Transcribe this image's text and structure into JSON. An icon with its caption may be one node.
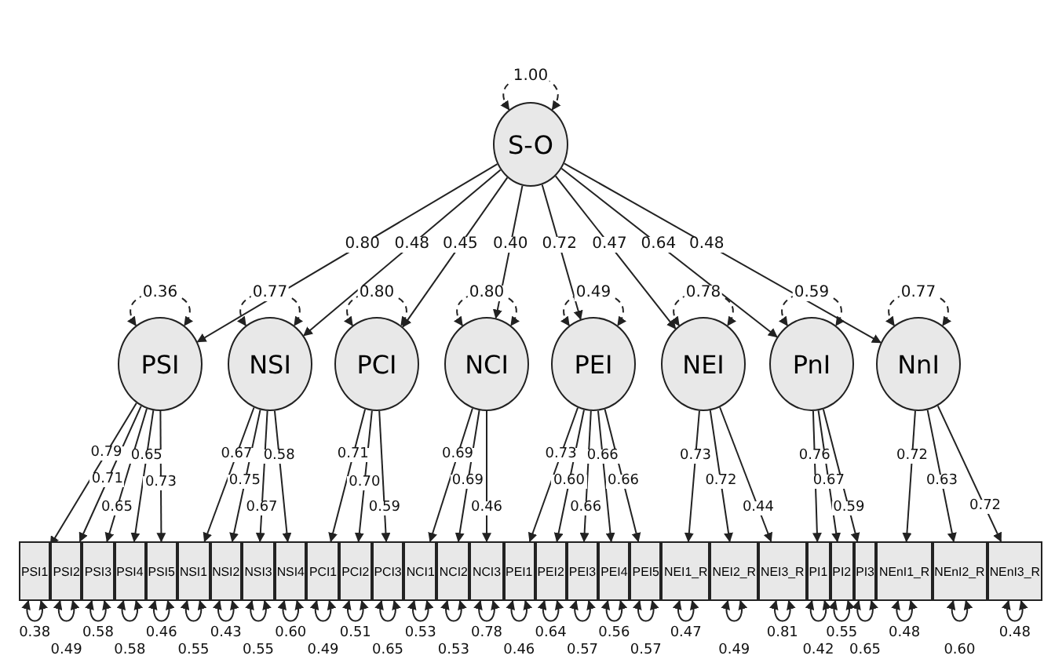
{
  "diagram": {
    "nodes": [
      {
        "text": [
          "S-O"
        ]
      },
      {
        "text": [
          "PSI"
        ]
      },
      {
        "text": [
          "NSI"
        ]
      },
      {
        "text": [
          "PCI"
        ]
      },
      {
        "text": [
          "NCI"
        ]
      },
      {
        "text": [
          "PEI"
        ]
      },
      {
        "text": [
          "NEI"
        ]
      },
      {
        "text": [
          "PnI"
        ]
      },
      {
        "text": [
          "NnI"
        ]
      },
      {
        "text": [
          "PSI1"
        ]
      },
      {
        "text": [
          "PSI2"
        ]
      },
      {
        "text": [
          "PSI3"
        ]
      },
      {
        "text": [
          "PSI4"
        ]
      },
      {
        "text": [
          "PSI5"
        ]
      },
      {
        "text": [
          "NSI1"
        ]
      },
      {
        "text": [
          "NSI2"
        ]
      },
      {
        "text": [
          "NSI3"
        ]
      },
      {
        "text": [
          "NSI4"
        ]
      },
      {
        "text": [
          "PCI1"
        ]
      },
      {
        "text": [
          "PCI2"
        ]
      },
      {
        "text": [
          "PCI3"
        ]
      },
      {
        "text": [
          "NCI1"
        ]
      },
      {
        "text": [
          "NCI2"
        ]
      },
      {
        "text": [
          "NCI3"
        ]
      },
      {
        "text": [
          "PEI1"
        ]
      },
      {
        "text": [
          "PEI2"
        ]
      },
      {
        "text": [
          "PEI3"
        ]
      },
      {
        "text": [
          "PEI4"
        ]
      },
      {
        "text": [
          "PEI5"
        ]
      },
      {
        "text": [
          "NEI1_R"
        ]
      },
      {
        "text": [
          "NEI2_R"
        ]
      },
      {
        "text": [
          "NEI3_R"
        ]
      },
      {
        "text": [
          "PI1"
        ]
      },
      {
        "text": [
          "PI2"
        ]
      },
      {
        "text": [
          "PI3"
        ]
      },
      {
        "text": [
          "NEnI1_R"
        ]
      },
      {
        "text": [
          "NEnI2_R"
        ]
      },
      {
        "text": [
          "NEnI3_R"
        ]
      }
    ],
    "edges": [
      {
        "from": 0,
        "to": 0,
        "arrow": "both",
        "style": "dashed",
        "label": "1.00"
      },
      {
        "from": 0,
        "to": 1,
        "arrow": "to",
        "label": "0.80"
      },
      {
        "from": 1,
        "to": 1,
        "arrow": "both",
        "style": "dashed",
        "label": "0.36"
      },
      {
        "from": 0,
        "to": 2,
        "arrow": "to",
        "label": "0.48"
      },
      {
        "from": 2,
        "to": 2,
        "arrow": "both",
        "style": "dashed",
        "label": "0.77"
      },
      {
        "from": 0,
        "to": 3,
        "arrow": "to",
        "label": "0.45"
      },
      {
        "from": 3,
        "to": 3,
        "arrow": "both",
        "style": "dashed",
        "label": "0.80"
      },
      {
        "from": 0,
        "to": 4,
        "arrow": "to",
        "label": "0.40"
      },
      {
        "from": 4,
        "to": 4,
        "arrow": "both",
        "style": "dashed",
        "label": "0.80"
      },
      {
        "from": 0,
        "to": 5,
        "arrow": "to",
        "label": "0.72"
      },
      {
        "from": 5,
        "to": 5,
        "arrow": "both",
        "style": "dashed",
        "label": "0.49"
      },
      {
        "from": 0,
        "to": 6,
        "arrow": "to",
        "label": "0.47"
      },
      {
        "from": 6,
        "to": 6,
        "arrow": "both",
        "style": "dashed",
        "label": "0.78"
      },
      {
        "from": 0,
        "to": 7,
        "arrow": "to",
        "label": "0.64"
      },
      {
        "from": 7,
        "to": 7,
        "arrow": "both",
        "style": "dashed",
        "label": "0.59"
      },
      {
        "from": 0,
        "to": 8,
        "arrow": "to",
        "label": "0.48"
      },
      {
        "from": 8,
        "to": 8,
        "arrow": "both",
        "style": "dashed",
        "label": "0.77"
      },
      {
        "from": 1,
        "to": 9,
        "arrow": "to",
        "label": "0.79"
      },
      {
        "from": 1,
        "to": 10,
        "arrow": "to",
        "label": "0.71"
      },
      {
        "from": 1,
        "to": 11,
        "arrow": "to",
        "label": "0.65"
      },
      {
        "from": 1,
        "to": 12,
        "arrow": "to",
        "label": "0.65"
      },
      {
        "from": 1,
        "to": 13,
        "arrow": "to",
        "label": "0.73"
      },
      {
        "from": 2,
        "to": 14,
        "arrow": "to",
        "label": "0.67"
      },
      {
        "from": 2,
        "to": 15,
        "arrow": "to",
        "label": "0.75"
      },
      {
        "from": 2,
        "to": 16,
        "arrow": "to",
        "label": "0.67"
      },
      {
        "from": 2,
        "to": 17,
        "arrow": "to",
        "label": "0.58"
      },
      {
        "from": 3,
        "to": 18,
        "arrow": "to",
        "label": "0.71"
      },
      {
        "from": 3,
        "to": 19,
        "arrow": "to",
        "label": "0.70"
      },
      {
        "from": 3,
        "to": 20,
        "arrow": "to",
        "label": "0.59"
      },
      {
        "from": 4,
        "to": 21,
        "arrow": "to",
        "label": "0.69"
      },
      {
        "from": 4,
        "to": 22,
        "arrow": "to",
        "label": "0.69"
      },
      {
        "from": 4,
        "to": 23,
        "arrow": "to",
        "label": "0.46"
      },
      {
        "from": 5,
        "to": 24,
        "arrow": "to",
        "label": "0.73"
      },
      {
        "from": 5,
        "to": 25,
        "arrow": "to",
        "label": "0.60"
      },
      {
        "from": 5,
        "to": 26,
        "arrow": "to",
        "label": "0.66"
      },
      {
        "from": 5,
        "to": 27,
        "arrow": "to",
        "label": "0.66"
      },
      {
        "from": 5,
        "to": 28,
        "arrow": "to",
        "label": "0.66"
      },
      {
        "from": 6,
        "to": 29,
        "arrow": "to",
        "label": "0.73"
      },
      {
        "from": 6,
        "to": 30,
        "arrow": "to",
        "label": "0.72"
      },
      {
        "from": 6,
        "to": 31,
        "arrow": "to",
        "label": "0.44"
      },
      {
        "from": 7,
        "to": 32,
        "arrow": "to",
        "label": "0.76"
      },
      {
        "from": 7,
        "to": 33,
        "arrow": "to",
        "label": "0.67"
      },
      {
        "from": 7,
        "to": 34,
        "arrow": "to",
        "label": "0.59"
      },
      {
        "from": 8,
        "to": 35,
        "arrow": "to",
        "label": "0.72"
      },
      {
        "from": 8,
        "to": 36,
        "arrow": "to",
        "label": "0.63"
      },
      {
        "from": 8,
        "to": 37,
        "arrow": "to",
        "label": "0.72"
      },
      {
        "from": 9,
        "to": 9,
        "arrow": "both",
        "label": "0.38"
      },
      {
        "from": 10,
        "to": 10,
        "arrow": "both",
        "label": "0.49"
      },
      {
        "from": 11,
        "to": 11,
        "arrow": "both",
        "label": "0.58"
      },
      {
        "from": 12,
        "to": 12,
        "arrow": "both",
        "label": "0.58"
      },
      {
        "from": 13,
        "to": 13,
        "arrow": "both",
        "label": "0.46"
      },
      {
        "from": 14,
        "to": 14,
        "arrow": "both",
        "label": "0.55"
      },
      {
        "from": 15,
        "to": 15,
        "arrow": "both",
        "label": "0.43"
      },
      {
        "from": 16,
        "to": 16,
        "arrow": "both",
        "label": "0.55"
      },
      {
        "from": 17,
        "to": 17,
        "arrow": "both",
        "label": "0.60"
      },
      {
        "from": 18,
        "to": 18,
        "arrow": "both",
        "label": "0.49"
      },
      {
        "from": 19,
        "to": 19,
        "arrow": "both",
        "label": "0.51"
      },
      {
        "from": 20,
        "to": 20,
        "arrow": "both",
        "label": "0.65"
      },
      {
        "from": 21,
        "to": 21,
        "arrow": "both",
        "label": "0.53"
      },
      {
        "from": 22,
        "to": 22,
        "arrow": "both",
        "label": "0.53"
      },
      {
        "from": 23,
        "to": 23,
        "arrow": "both",
        "label": "0.78"
      },
      {
        "from": 24,
        "to": 24,
        "arrow": "both",
        "label": "0.46"
      },
      {
        "from": 25,
        "to": 25,
        "arrow": "both",
        "label": "0.64"
      },
      {
        "from": 26,
        "to": 26,
        "arrow": "both",
        "label": "0.57"
      },
      {
        "from": 27,
        "to": 27,
        "arrow": "both",
        "label": "0.56"
      },
      {
        "from": 28,
        "to": 28,
        "arrow": "both",
        "label": "0.57"
      },
      {
        "from": 29,
        "to": 29,
        "arrow": "both",
        "label": "0.47"
      },
      {
        "from": 30,
        "to": 30,
        "arrow": "both",
        "label": "0.49"
      },
      {
        "from": 31,
        "to": 31,
        "arrow": "both",
        "label": "0.81"
      },
      {
        "from": 32,
        "to": 32,
        "arrow": "both",
        "label": "0.42"
      },
      {
        "from": 33,
        "to": 33,
        "arrow": "both",
        "label": "0.55"
      },
      {
        "from": 34,
        "to": 34,
        "arrow": "both",
        "label": "0.65"
      },
      {
        "from": 35,
        "to": 35,
        "arrow": "both",
        "label": "0.48"
      },
      {
        "from": 36,
        "to": 36,
        "arrow": "both",
        "label": "0.60"
      },
      {
        "from": 37,
        "to": 37,
        "arrow": "both",
        "label": "0.48"
      }
    ]
  }
}
